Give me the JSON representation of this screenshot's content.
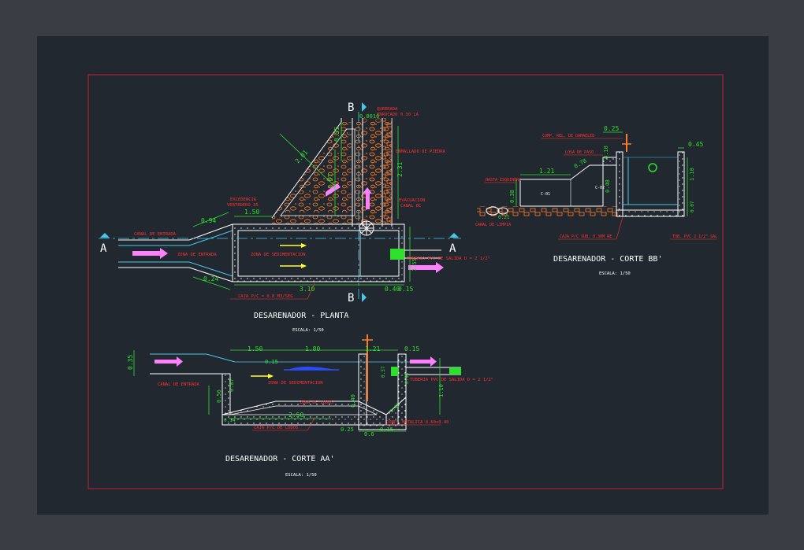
{
  "colors": {
    "background": "#3a3d44",
    "sheet": "#212830",
    "frame": "#c0203a",
    "structure": "#ffffff",
    "dimension": "#2ee02e",
    "label": "#ff3030",
    "water": "#46c8e8",
    "gravel": "#ff7a2a",
    "arrow_flow": "#ff80ff",
    "arrow_sed": "#ffff30"
  },
  "plan": {
    "title": "DESARENADOR - PLANTA",
    "scale": "ESCALA: 1/50",
    "section_a_left": "A",
    "section_a_right": "A",
    "section_b_top": "B",
    "section_b_bottom": "B",
    "labels": {
      "canal_entrada": "CANAL DE ENTRADA",
      "zona_entrada": "ZONA DE ENTRADA",
      "zona_sedimentacion": "ZONA DE SEDIMENTACION",
      "tuberia_salida": "TUBERIA PVC DE SALIDA D = 2 1/2\"",
      "caja_pvc": "CAJA P/C = 0.8 M3/SEG",
      "excedencia": "EXCEDENCIA",
      "vertedero": "VERTEDERO 35",
      "quebrada": "QUEBRADA",
      "enrocado": "ENROCADO 0.30 LA",
      "enmallado": "ENMALLADO DE PIEDRA",
      "evacuacion": "EVACUACION",
      "canal_bc": "CANAL BC"
    },
    "dims": {
      "d094": "0.94",
      "d150": "1.50",
      "d024": "0.24",
      "d310": "3.10",
      "d040": "0.40",
      "d015": "0.15",
      "d201": "2.01",
      "d157": "1.57",
      "d231": "2.31",
      "d055": "0.55",
      "d0010": "0.0010",
      "d155": "1.55"
    }
  },
  "section_bb": {
    "title": "DESARENADOR - CORTE BB'",
    "scale": "ESCALA: 1/50",
    "labels": {
      "compuerta": "COMP. REL. DE DAMAELED",
      "losa_paso": "LOSA DE PASO",
      "hasta_esquinero": "HASTA ESQUINERO",
      "canal_limpia": "CANAL DE LIMPIA",
      "caja_pc": "CAJA P/C SUB. 0.30M RE",
      "tuberia_pvc": "TUB. PVC 2 1/2\" SAL"
    },
    "dims": {
      "d025": "0.25",
      "d045": "0.45",
      "d121": "1.21",
      "d078": "0.78",
      "d010": "0.10",
      "d038": "0.38",
      "d048": "0.48",
      "d110": "1.10",
      "d007": "0.07",
      "d021": "0.21"
    },
    "tags": {
      "c1": "C-01",
      "c2": "C-02"
    }
  },
  "section_aa": {
    "title": "DESARENADOR - CORTE AA'",
    "scale": "ESCALA: 1/50",
    "labels": {
      "canal_entrada": "CANAL DE ENTRADA",
      "zona_sedimentacion": "ZONA DE SEDIMENTACION",
      "zona_lodos": "ZONA DE LODOS",
      "tuberia_salida": "TUBERIA PVC DE SALIDA D = 2 1/2\"",
      "caja_pc": "CAJA P/C DE LODOS",
      "comp_metalica": "COMP. METALICA 0.60x0.40"
    },
    "dims": {
      "d035": "0.35",
      "d150": "1.50",
      "d180": "1.80",
      "d121": "1.21",
      "d015a": "0.15",
      "d015b": "0.15",
      "d015c": "0.15",
      "d056": "0.56",
      "d087": "0.87",
      "d250": "2.50",
      "d040": "0.40",
      "d025": "0.25",
      "d060": "0.6",
      "d045": "0.45",
      "d110": "1.10",
      "d037": "0.37",
      "d093": "0.93",
      "d014": "0.14"
    }
  }
}
